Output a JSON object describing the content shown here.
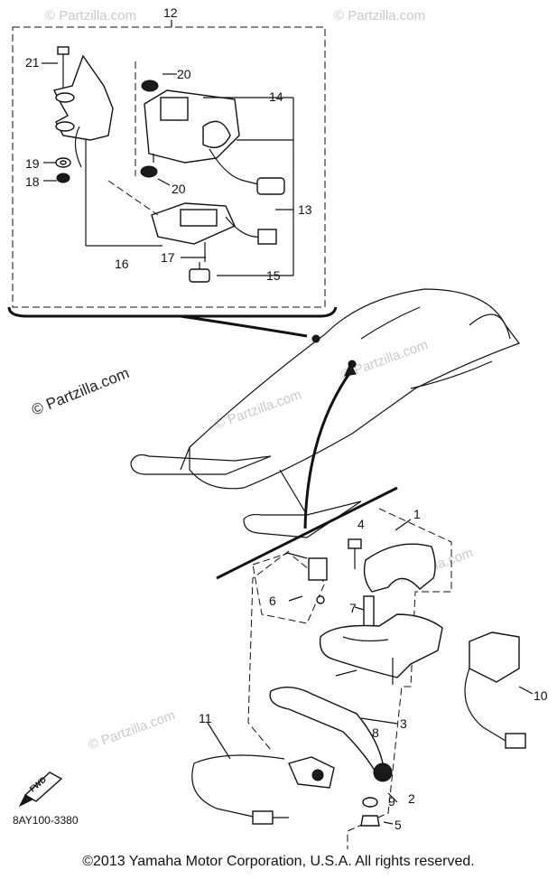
{
  "watermarks": {
    "main": "© Partzilla.com",
    "faint": "© Partzilla.com"
  },
  "diagram_code": "8AY100-3380",
  "forward_marker": "FWD",
  "callouts": {
    "c1": "1",
    "c2": "2",
    "c3": "3",
    "c4": "4",
    "c5": "5",
    "c6": "6",
    "c7": "7",
    "c8": "8",
    "c9": "9",
    "c10": "10",
    "c11": "11",
    "c12": "12",
    "c13": "13",
    "c14": "14",
    "c15": "15",
    "c16": "16",
    "c17": "17",
    "c18": "18",
    "c19": "19",
    "c20a": "20",
    "c20b": "20",
    "c21": "21"
  },
  "copyright": "©2013 Yamaha Motor Corporation, U.S.A. All rights reserved."
}
